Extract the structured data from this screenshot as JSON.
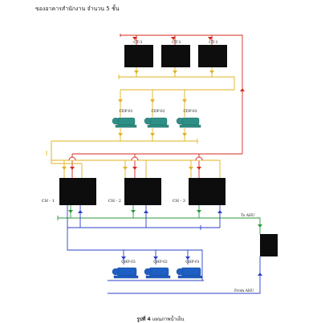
{
  "header_text": "ของอาคารสำนักงาน จำนวน 5 ชั้น",
  "cooling_towers": [
    "CT-1",
    "CT-1",
    "CT-1"
  ],
  "condenser_pumps": [
    "CDP-01",
    "CDP-02",
    "CDP-03"
  ],
  "chillers": [
    "CH - 1",
    "CH - 2",
    "CH - 3"
  ],
  "chilled_pumps": [
    "CHP-03",
    "CHP-02",
    "CHP-01"
  ],
  "to_ahu": "To AHU",
  "from_ahu": "From AHU",
  "caption_prefix": "รูปที่ 4",
  "caption_text": " แผนภาพน้ำเย็น",
  "colors": {
    "condenser_supply": "#d42a1e",
    "condenser_return": "#e0b21c",
    "chilled_supply": "#2a9a3a",
    "chilled_return": "#2a3fc9",
    "cdp_pump": "#2e8f86",
    "chp_pump": "#1e5fc4"
  }
}
